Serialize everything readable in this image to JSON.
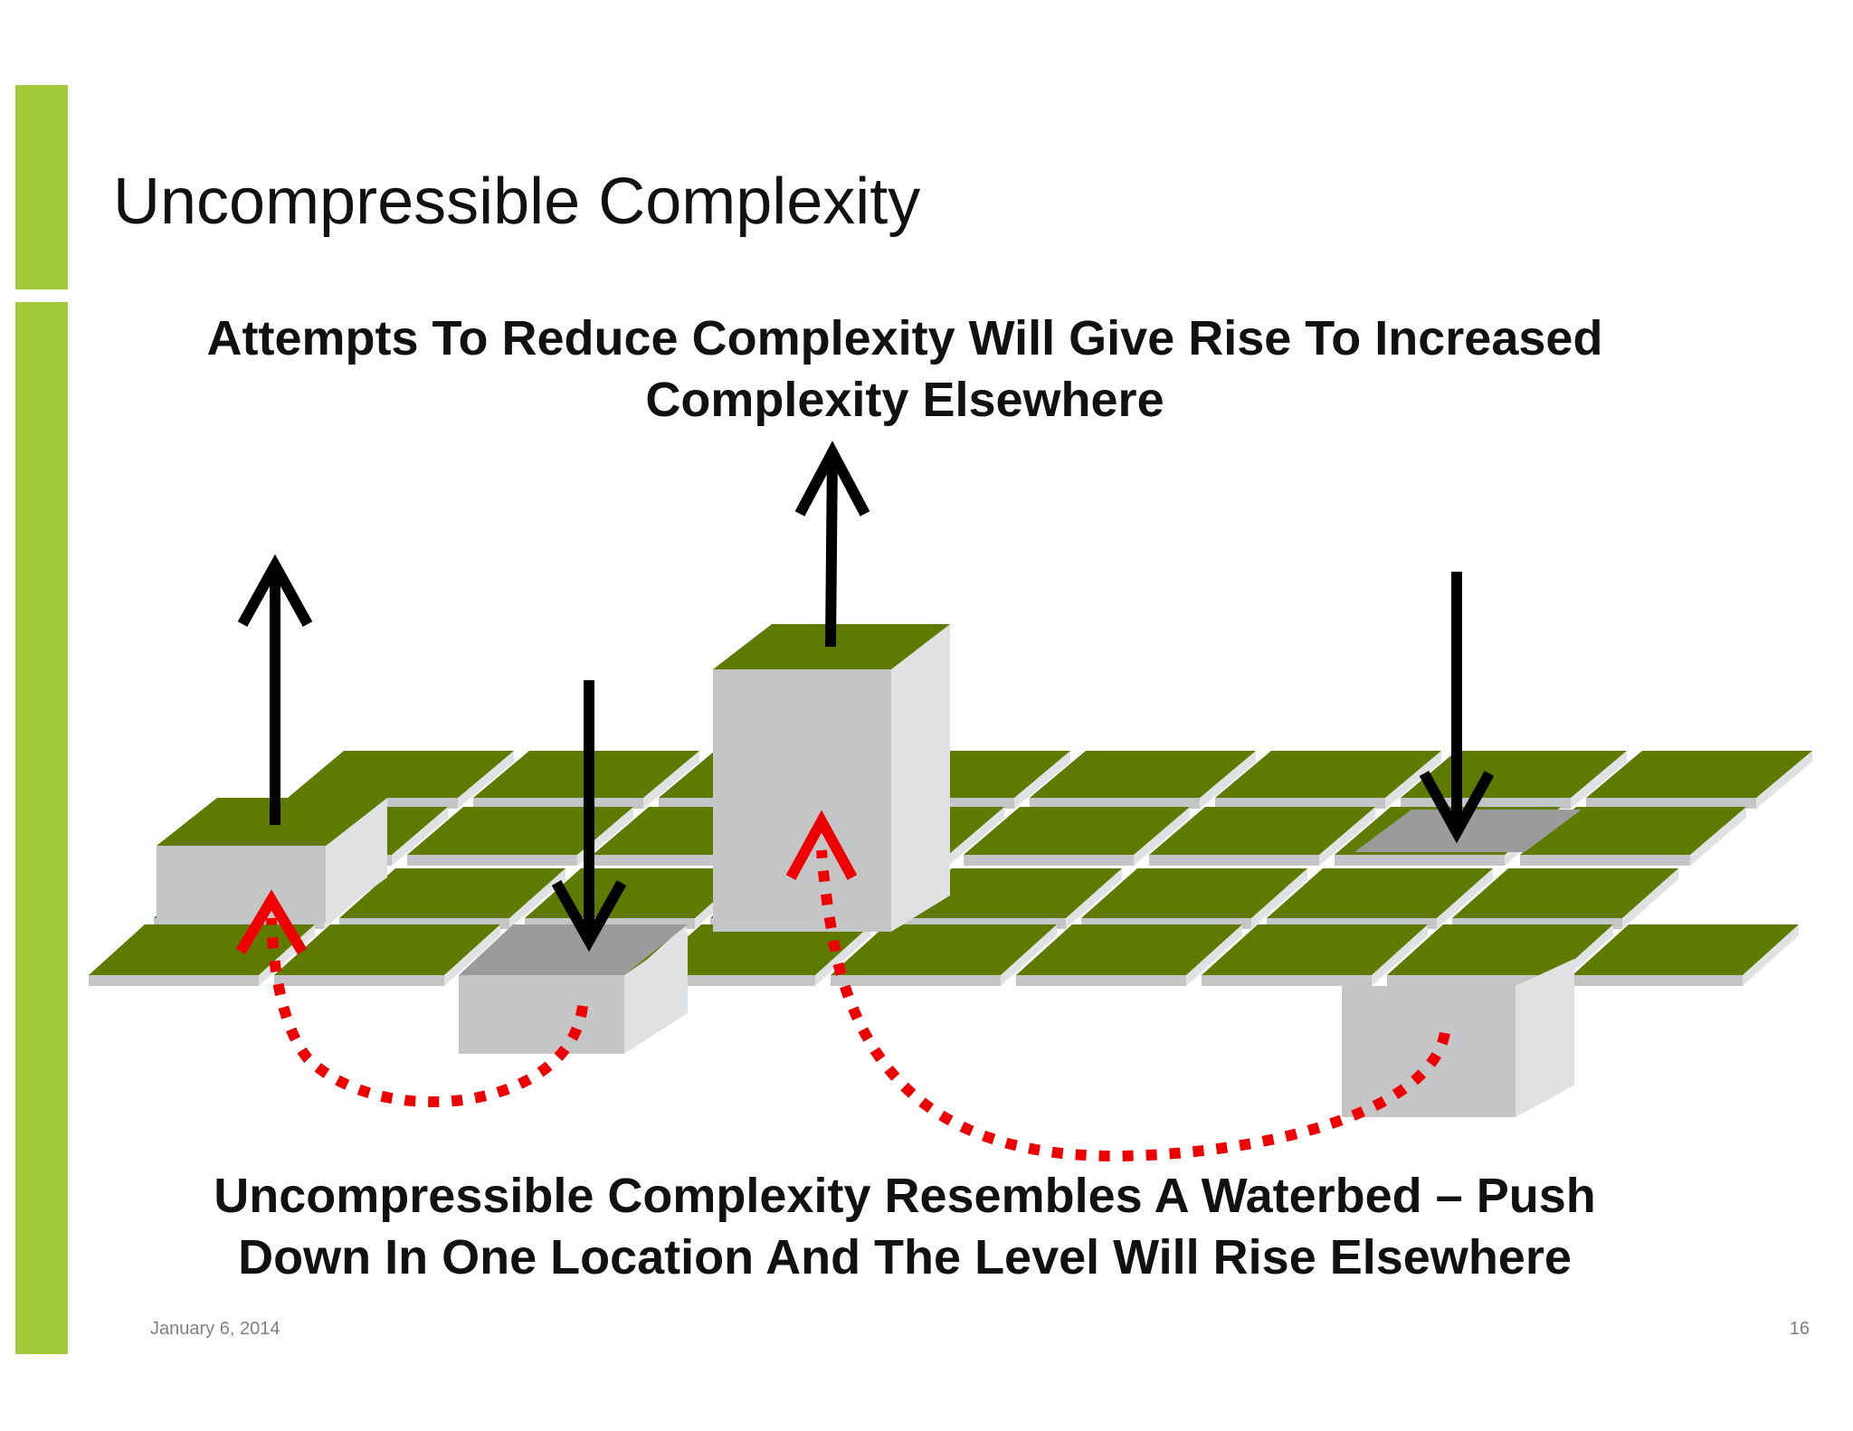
{
  "slide": {
    "title": "Uncompressible Complexity",
    "top_caption": [
      "Attempts To Reduce Complexity Will Give Rise To Increased",
      "Complexity Elsewhere"
    ],
    "bottom_caption": [
      "Uncompressible Complexity Resembles A Waterbed – Push",
      "Down In One Location And The Level Will Rise Elsewhere"
    ],
    "footer_date": "January 6, 2014",
    "page_number": "16"
  },
  "colors": {
    "accent": "#a4c93a",
    "tile_top": "#5e7b00",
    "tile_side": "#c4c5c7",
    "tile_side_light": "#e0e1e3",
    "pressed_top": "#9b9b9b",
    "arrow": "#000000",
    "flow_arrow": "#ee0000"
  },
  "diagram": {
    "rows": 4,
    "columns": 9,
    "raised_tiles": [
      {
        "name": "raised-tile-left",
        "level": "up"
      },
      {
        "name": "raised-tile-center",
        "level": "up"
      }
    ],
    "pressed_tiles": [
      {
        "name": "pressed-tile-left",
        "level": "down"
      },
      {
        "name": "pressed-tile-right",
        "level": "down"
      }
    ],
    "flow_arrows": [
      {
        "name": "flow-arrow-left",
        "from": "pressed-tile-left",
        "to": "raised-tile-left"
      },
      {
        "name": "flow-arrow-right",
        "from": "pressed-tile-right",
        "to": "raised-tile-center"
      }
    ]
  }
}
